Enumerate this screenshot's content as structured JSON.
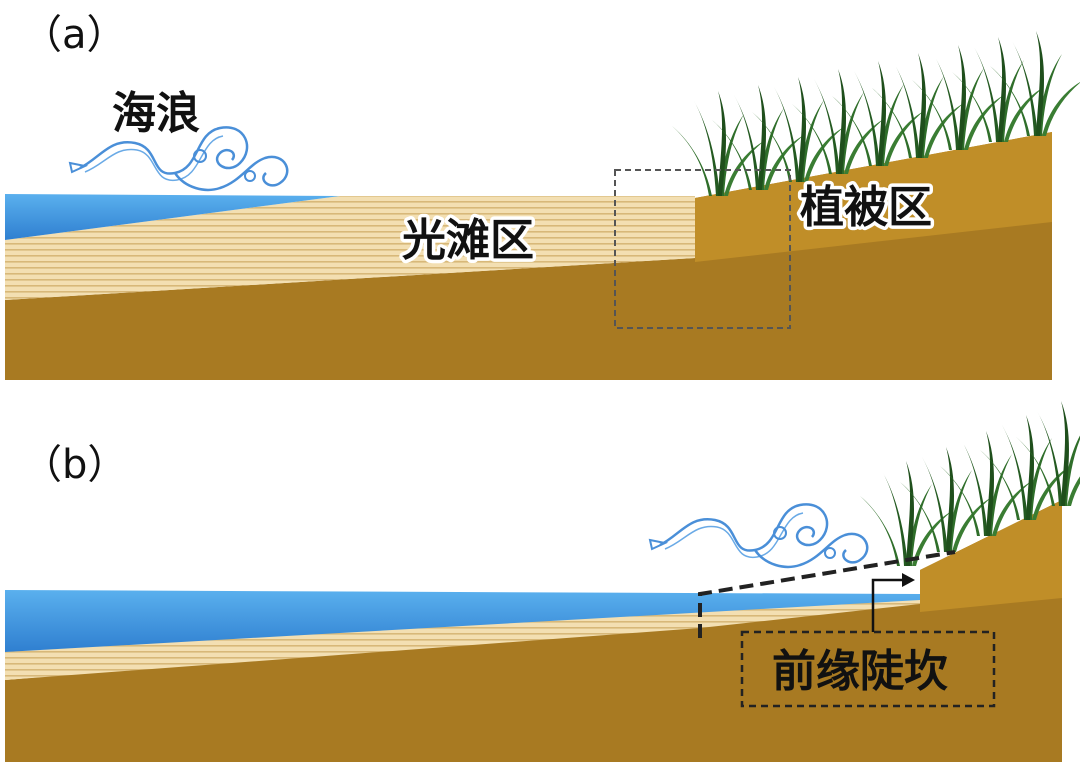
{
  "panel_a": {
    "label": "（a）",
    "wave_label": "海浪",
    "beach_label": "光滩区",
    "vegetation_label": "植被区"
  },
  "panel_b": {
    "label": "（b）",
    "scarp_label": "前缘陡坎"
  },
  "colors": {
    "water_light": "#4aa3e6",
    "water_dark": "#2e7fd0",
    "sand_light": "#f0d9a8",
    "sand_stripe": "#d9b878",
    "soil": "#a87a22",
    "soil_light": "#c08e28",
    "grass": "#2f6e2a",
    "grass_dark": "#1f4f1c",
    "wave_line": "#4a8fd8"
  }
}
